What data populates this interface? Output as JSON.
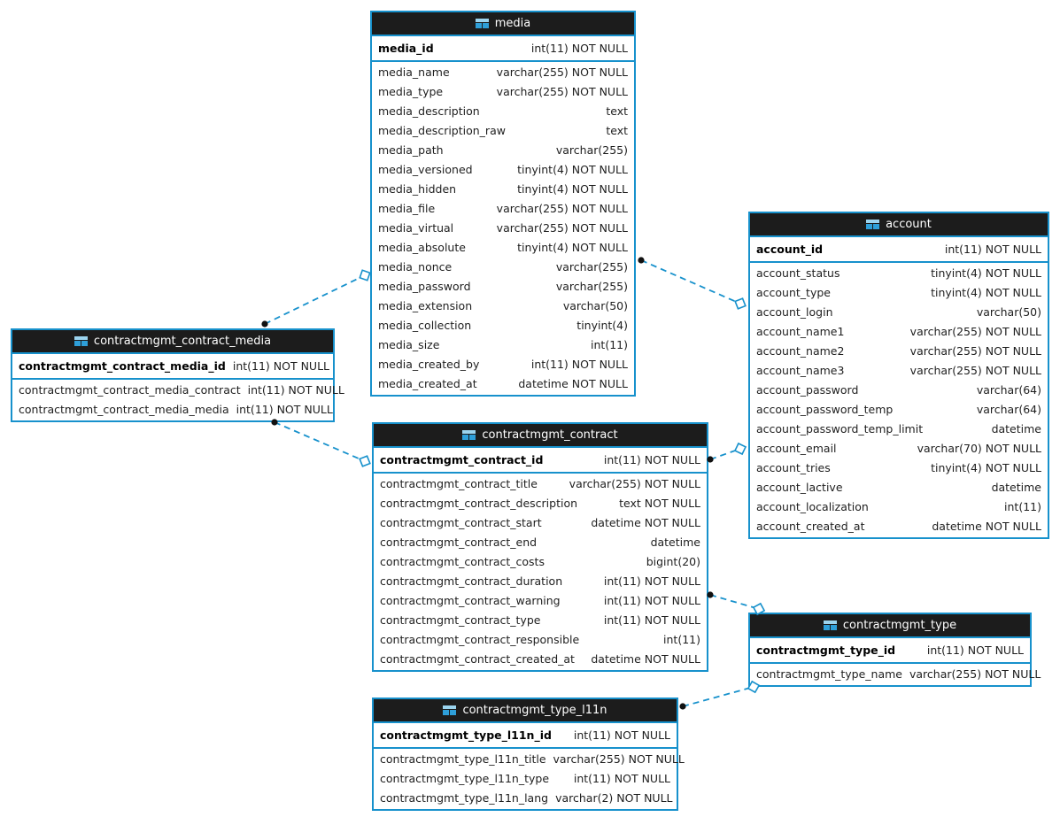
{
  "diagram": {
    "colors": {
      "accent_blue": "#1791cc",
      "header_background": "#1c1c1c",
      "header_text": "#ffffff",
      "row_text": "#1e1e1e",
      "relation_line": "#1791cc",
      "relation_dot": "#111111",
      "diamond_fill": "#ffffff",
      "icon_top": "#9bd4ef",
      "icon_cells": "#2e9fd9"
    },
    "icons": {
      "header_icon": "table-grid-icon"
    },
    "tables": [
      {
        "title": "media",
        "primary_key": {
          "name": "media_id",
          "type": "int(11) NOT NULL"
        },
        "columns": [
          {
            "name": "media_name",
            "type": "varchar(255) NOT NULL"
          },
          {
            "name": "media_type",
            "type": "varchar(255) NOT NULL"
          },
          {
            "name": "media_description",
            "type": "text"
          },
          {
            "name": "media_description_raw",
            "type": "text"
          },
          {
            "name": "media_path",
            "type": "varchar(255)"
          },
          {
            "name": "media_versioned",
            "type": "tinyint(4) NOT NULL"
          },
          {
            "name": "media_hidden",
            "type": "tinyint(4) NOT NULL"
          },
          {
            "name": "media_file",
            "type": "varchar(255) NOT NULL"
          },
          {
            "name": "media_virtual",
            "type": "varchar(255) NOT NULL"
          },
          {
            "name": "media_absolute",
            "type": "tinyint(4) NOT NULL"
          },
          {
            "name": "media_nonce",
            "type": "varchar(255)"
          },
          {
            "name": "media_password",
            "type": "varchar(255)"
          },
          {
            "name": "media_extension",
            "type": "varchar(50)"
          },
          {
            "name": "media_collection",
            "type": "tinyint(4)"
          },
          {
            "name": "media_size",
            "type": "int(11)"
          },
          {
            "name": "media_created_by",
            "type": "int(11) NOT NULL"
          },
          {
            "name": "media_created_at",
            "type": "datetime NOT NULL"
          }
        ]
      },
      {
        "title": "account",
        "primary_key": {
          "name": "account_id",
          "type": "int(11) NOT NULL"
        },
        "columns": [
          {
            "name": "account_status",
            "type": "tinyint(4) NOT NULL"
          },
          {
            "name": "account_type",
            "type": "tinyint(4) NOT NULL"
          },
          {
            "name": "account_login",
            "type": "varchar(50)"
          },
          {
            "name": "account_name1",
            "type": "varchar(255) NOT NULL"
          },
          {
            "name": "account_name2",
            "type": "varchar(255) NOT NULL"
          },
          {
            "name": "account_name3",
            "type": "varchar(255) NOT NULL"
          },
          {
            "name": "account_password",
            "type": "varchar(64)"
          },
          {
            "name": "account_password_temp",
            "type": "varchar(64)"
          },
          {
            "name": "account_password_temp_limit",
            "type": "datetime"
          },
          {
            "name": "account_email",
            "type": "varchar(70) NOT NULL"
          },
          {
            "name": "account_tries",
            "type": "tinyint(4) NOT NULL"
          },
          {
            "name": "account_lactive",
            "type": "datetime"
          },
          {
            "name": "account_localization",
            "type": "int(11)"
          },
          {
            "name": "account_created_at",
            "type": "datetime NOT NULL"
          }
        ]
      },
      {
        "title": "contractmgmt_contract_media",
        "primary_key": {
          "name": "contractmgmt_contract_media_id",
          "type": "int(11) NOT NULL"
        },
        "columns": [
          {
            "name": "contractmgmt_contract_media_contract",
            "type": "int(11) NOT NULL"
          },
          {
            "name": "contractmgmt_contract_media_media",
            "type": "int(11) NOT NULL"
          }
        ]
      },
      {
        "title": "contractmgmt_contract",
        "primary_key": {
          "name": "contractmgmt_contract_id",
          "type": "int(11) NOT NULL"
        },
        "columns": [
          {
            "name": "contractmgmt_contract_title",
            "type": "varchar(255) NOT NULL"
          },
          {
            "name": "contractmgmt_contract_description",
            "type": "text NOT NULL"
          },
          {
            "name": "contractmgmt_contract_start",
            "type": "datetime NOT NULL"
          },
          {
            "name": "contractmgmt_contract_end",
            "type": "datetime"
          },
          {
            "name": "contractmgmt_contract_costs",
            "type": "bigint(20)"
          },
          {
            "name": "contractmgmt_contract_duration",
            "type": "int(11) NOT NULL"
          },
          {
            "name": "contractmgmt_contract_warning",
            "type": "int(11) NOT NULL"
          },
          {
            "name": "contractmgmt_contract_type",
            "type": "int(11) NOT NULL"
          },
          {
            "name": "contractmgmt_contract_responsible",
            "type": "int(11)"
          },
          {
            "name": "contractmgmt_contract_created_at",
            "type": "datetime NOT NULL"
          }
        ]
      },
      {
        "title": "contractmgmt_type",
        "primary_key": {
          "name": "contractmgmt_type_id",
          "type": "int(11) NOT NULL"
        },
        "columns": [
          {
            "name": "contractmgmt_type_name",
            "type": "varchar(255) NOT NULL"
          }
        ]
      },
      {
        "title": "contractmgmt_type_l11n",
        "primary_key": {
          "name": "contractmgmt_type_l11n_id",
          "type": "int(11) NOT NULL"
        },
        "columns": [
          {
            "name": "contractmgmt_type_l11n_title",
            "type": "varchar(255) NOT NULL"
          },
          {
            "name": "contractmgmt_type_l11n_type",
            "type": "int(11) NOT NULL"
          },
          {
            "name": "contractmgmt_type_l11n_lang",
            "type": "varchar(2) NOT NULL"
          }
        ]
      }
    ],
    "relations": [
      {
        "from": "contractmgmt_contract_media",
        "to": "media",
        "dot": [
          299,
          366
        ],
        "diamond": [
          412,
          311
        ]
      },
      {
        "from": "media",
        "to": "account",
        "dot": [
          724,
          294
        ],
        "diamond": [
          836,
          343
        ]
      },
      {
        "from": "contractmgmt_contract_media",
        "to": "contractmgmt_contract",
        "dot": [
          310,
          477
        ],
        "diamond": [
          412,
          521
        ]
      },
      {
        "from": "contractmgmt_contract",
        "to": "account",
        "dot": [
          802,
          519
        ],
        "diamond": [
          836,
          507
        ]
      },
      {
        "from": "contractmgmt_contract",
        "to": "contractmgmt_type",
        "dot": [
          802,
          672
        ],
        "diamond": [
          857,
          688
        ]
      },
      {
        "from": "contractmgmt_type_l11n",
        "to": "contractmgmt_type",
        "dot": [
          771,
          798
        ],
        "diamond": [
          851,
          776
        ]
      }
    ]
  }
}
